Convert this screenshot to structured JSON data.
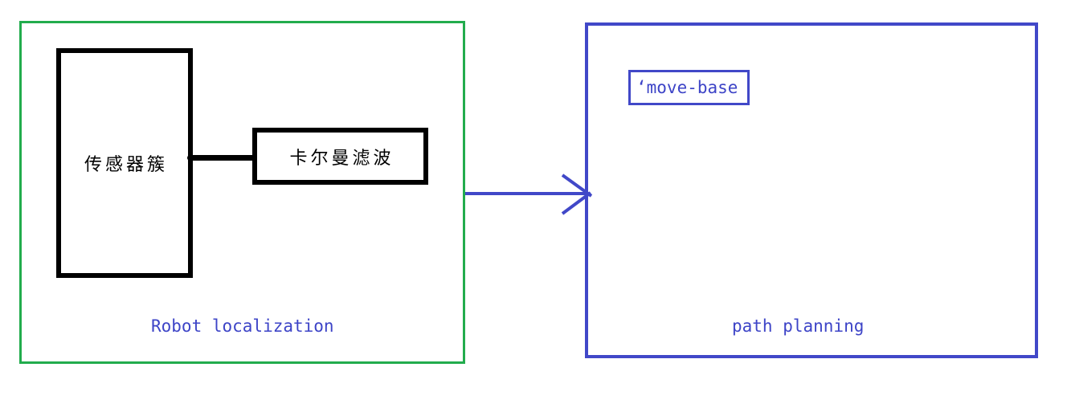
{
  "diagram": {
    "localization_group": {
      "caption": "Robot localization",
      "sensor_box_label": "传感器簇",
      "kalman_box_label": "卡尔曼滤波"
    },
    "planning_group": {
      "caption": "path planning",
      "move_base_label": "‘move-base"
    },
    "colors": {
      "group_green_border": "#22ac4d",
      "group_blue_border": "#4148c8",
      "caption_text_blue": "#3d44c7",
      "node_black_border": "#000000",
      "background": "#ffffff"
    },
    "connections": [
      {
        "from": "sensor-cluster",
        "to": "kalman-filter",
        "style": "thick-black-line"
      },
      {
        "from": "robot-localization-group",
        "to": "path-planning-group",
        "style": "blue-arrow-right"
      }
    ]
  }
}
